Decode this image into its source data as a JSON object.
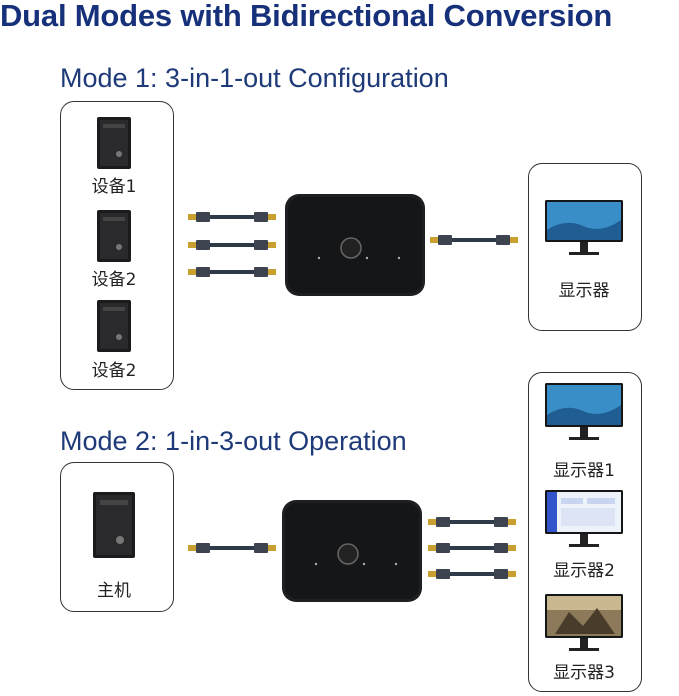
{
  "title": "Dual Modes with Bidirectional Conversion",
  "mode1": {
    "title": "Mode 1: 3-in-1-out Configuration",
    "devices": [
      "设备1",
      "设备2",
      "设备2"
    ],
    "monitor": "显示器"
  },
  "mode2": {
    "title": "Mode 2: 1-in-3-out Operation",
    "host": "主机",
    "monitors": [
      "显示器1",
      "显示器2",
      "显示器3"
    ]
  },
  "colors": {
    "title": "#17307a",
    "cable": "#2e3a48",
    "connector_gold": "#c9a030"
  }
}
